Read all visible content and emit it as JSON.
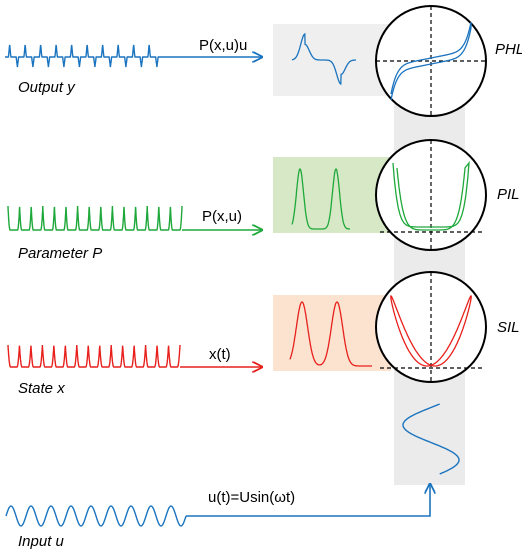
{
  "rows": {
    "output": {
      "signal_label": "Output y",
      "arrow_label": "P(x,u)u",
      "loop_label": "PHL",
      "color": "#1b74bf"
    },
    "parameter": {
      "signal_label": "Parameter P",
      "arrow_label": "P(x,u)",
      "loop_label": "PIL",
      "color": "#1fa83a"
    },
    "state": {
      "signal_label": "State x",
      "arrow_label": "x(t)",
      "loop_label": "SIL",
      "color": "#e8201c"
    },
    "input": {
      "signal_label": "Input u",
      "arrow_label": "u(t)=Usin(ωt)",
      "color": "#1b74bf"
    }
  },
  "colors": {
    "panel_gray": "#efefef",
    "panel_green": "#d6e8c6",
    "panel_orange": "#fbe3cf",
    "column_gray": "#ebebeb"
  }
}
